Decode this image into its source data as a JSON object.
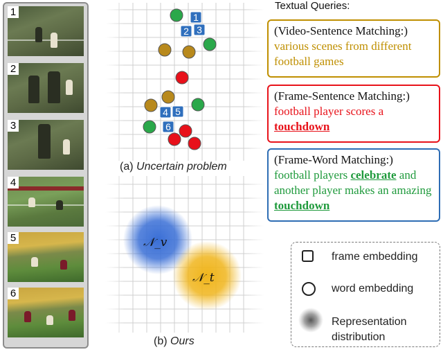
{
  "frames": [
    "1",
    "2",
    "3",
    "4",
    "5",
    "6"
  ],
  "panel_a": {
    "caption_prefix": "(a)",
    "caption_italic": "Uncertain problem",
    "square_labels": [
      "1",
      "2",
      "3",
      "4",
      "5",
      "6"
    ]
  },
  "panel_b": {
    "caption_prefix": "(b)",
    "caption_italic": "Ours",
    "blob_v_label": "𝒩_v",
    "blob_t_label": "𝒩_t"
  },
  "queries": {
    "title": "Textual Queries:",
    "video_sentence": {
      "heading": "(Video-Sentence Matching:)",
      "text": "various scenes from different football games"
    },
    "frame_sentence": {
      "heading": "(Frame-Sentence Matching:)",
      "text": "football player scores a",
      "keyword": "touchdown"
    },
    "frame_word": {
      "heading": "(Frame-Word Matching:)",
      "text_1": "football players",
      "keyword_1": "celebrate",
      "text_2": "and another player makes an amazing",
      "keyword_2": "touchdown"
    }
  },
  "legend": {
    "frame_embedding": "frame embedding",
    "word_embedding": "word embedding",
    "representation_distribution": "Representation distribution"
  },
  "colors": {
    "video_sentence": "#bf8f00",
    "frame_sentence": "#e8121a",
    "frame_word": "#1f9a3c",
    "frame_word_border": "#2e6db4",
    "square_fill": "#2f6fbd",
    "dot_green": "#2aa84a",
    "dot_olive": "#b8891c",
    "dot_red": "#e8101a",
    "blob_v": "#3a6fd6",
    "blob_t": "#f0b51c"
  }
}
